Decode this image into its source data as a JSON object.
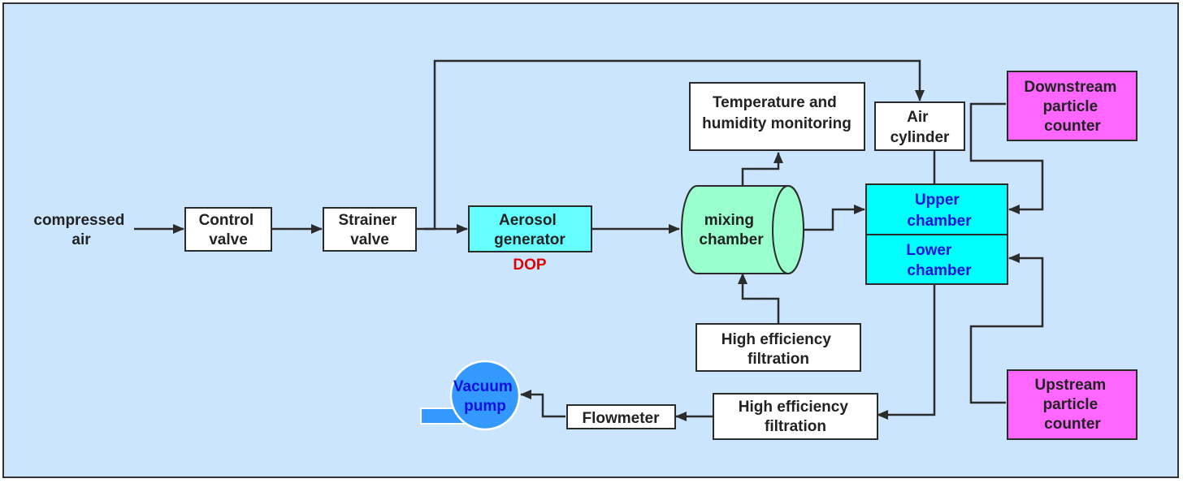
{
  "labels": {
    "compressed_air": [
      "compressed",
      "air"
    ],
    "control_valve": [
      "Control",
      "valve"
    ],
    "strainer_valve": [
      "Strainer",
      "valve"
    ],
    "aerosol_generator": [
      "Aerosol",
      "generator"
    ],
    "dop": "DOP",
    "mixing_chamber": [
      "mixing",
      "chamber"
    ],
    "temp_humidity": [
      "Temperature and",
      "humidity monitoring"
    ],
    "hef_top": [
      "High efficiency",
      "filtration"
    ],
    "air_cylinder": [
      "Air",
      "cylinder"
    ],
    "upper_chamber": [
      "Upper",
      "chamber"
    ],
    "lower_chamber": [
      "Lower",
      "chamber"
    ],
    "downstream_counter": [
      "Downstream",
      "particle",
      "counter"
    ],
    "upstream_counter": [
      "Upstream",
      "particle",
      "counter"
    ],
    "hef_bottom": [
      "High efficiency",
      "filtration"
    ],
    "flowmeter": "Flowmeter",
    "vacuum_pump": [
      "Vacuum",
      "pump"
    ]
  },
  "colors": {
    "background": "#cce5ff",
    "box_fill": "#ffffff",
    "aerosol_fill": "#66ffff",
    "mixing_fill": "#99ffcc",
    "chamber_fill": "#00ffff",
    "counter_fill": "#ff66ff",
    "pump_fill": "#3399ff",
    "line": "#2b2b2b",
    "dop": "#e00000",
    "blue_text": "#1111dd"
  }
}
